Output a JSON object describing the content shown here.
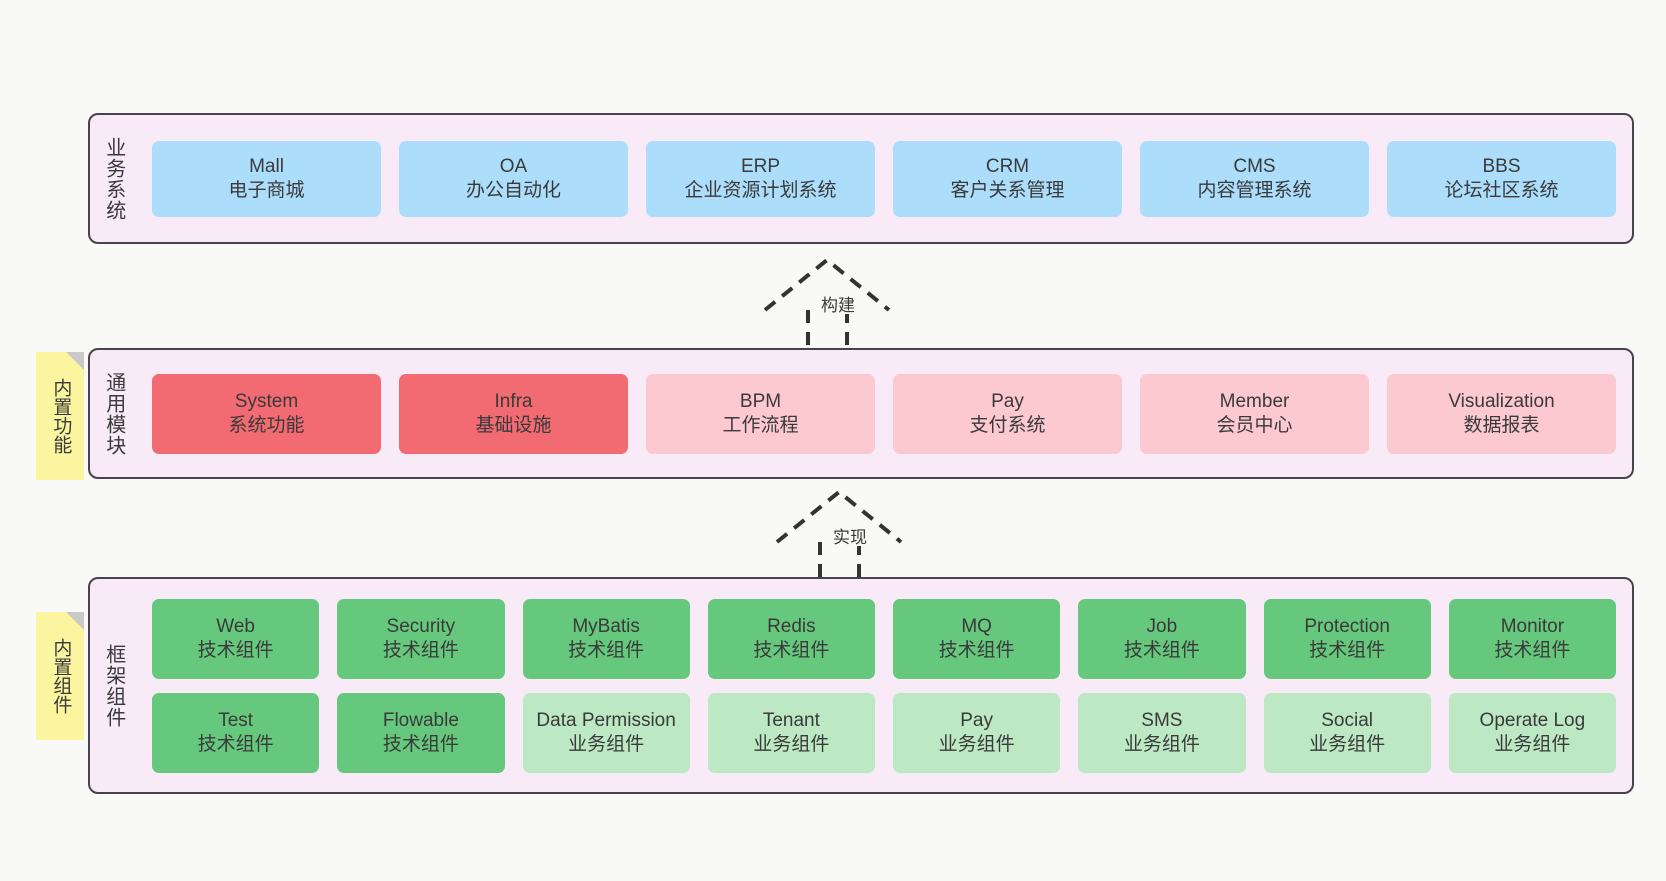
{
  "diagram": {
    "background_color": "#F9F9F7",
    "panel_color": "#F8EAF6",
    "panel_border_color": "#4A434B",
    "sticky_color": "#FBF5A0"
  },
  "layers": [
    {
      "id": "business",
      "caption": "业务系统",
      "rows": [
        {
          "nodes": [
            {
              "en": "Mall",
              "cn": "电子商城",
              "color": "#ACDEFB",
              "style": "blue"
            },
            {
              "en": "OA",
              "cn": "办公自动化",
              "color": "#ACDEFB",
              "style": "blue"
            },
            {
              "en": "ERP",
              "cn": "企业资源计划系统",
              "color": "#ACDEFB",
              "style": "blue"
            },
            {
              "en": "CRM",
              "cn": "客户关系管理",
              "color": "#ACDEFB",
              "style": "blue"
            },
            {
              "en": "CMS",
              "cn": "内容管理系统",
              "color": "#ACDEFB",
              "style": "blue"
            },
            {
              "en": "BBS",
              "cn": "论坛社区系统",
              "color": "#ACDEFB",
              "style": "blue"
            }
          ]
        }
      ]
    },
    {
      "id": "common",
      "caption": "通用模块",
      "sticky": "内置功能",
      "rows": [
        {
          "nodes": [
            {
              "en": "System",
              "cn": "系统功能",
              "color": "#F26B72",
              "style": "red"
            },
            {
              "en": "Infra",
              "cn": "基础设施",
              "color": "#F26B72",
              "style": "red"
            },
            {
              "en": "BPM",
              "cn": "工作流程",
              "color": "#FDC9D0",
              "style": "pinklight"
            },
            {
              "en": "Pay",
              "cn": "支付系统",
              "color": "#FDC9D0",
              "style": "pinklight"
            },
            {
              "en": "Member",
              "cn": "会员中心",
              "color": "#FDC9D0",
              "style": "pinklight"
            },
            {
              "en": "Visualization",
              "cn": "数据报表",
              "color": "#FDC9D0",
              "style": "pinklight"
            }
          ]
        }
      ]
    },
    {
      "id": "framework",
      "caption": "框架组件",
      "sticky": "内置组件",
      "rows": [
        {
          "nodes": [
            {
              "en": "Web",
              "cn": "技术组件",
              "color": "#66C87D",
              "style": "green"
            },
            {
              "en": "Security",
              "cn": "技术组件",
              "color": "#66C87D",
              "style": "green"
            },
            {
              "en": "MyBatis",
              "cn": "技术组件",
              "color": "#66C87D",
              "style": "green"
            },
            {
              "en": "Redis",
              "cn": "技术组件",
              "color": "#66C87D",
              "style": "green"
            },
            {
              "en": "MQ",
              "cn": "技术组件",
              "color": "#66C87D",
              "style": "green"
            },
            {
              "en": "Job",
              "cn": "技术组件",
              "color": "#66C87D",
              "style": "green"
            },
            {
              "en": "Protection",
              "cn": "技术组件",
              "color": "#66C87D",
              "style": "green"
            },
            {
              "en": "Monitor",
              "cn": "技术组件",
              "color": "#66C87D",
              "style": "green"
            }
          ]
        },
        {
          "nodes": [
            {
              "en": "Test",
              "cn": "技术组件",
              "color": "#66C87D",
              "style": "green"
            },
            {
              "en": "Flowable",
              "cn": "技术组件",
              "color": "#66C87D",
              "style": "green"
            },
            {
              "en": "Data Permission",
              "cn": "业务组件",
              "color": "#BCE8C4",
              "style": "greenlight"
            },
            {
              "en": "Tenant",
              "cn": "业务组件",
              "color": "#BCE8C4",
              "style": "greenlight"
            },
            {
              "en": "Pay",
              "cn": "业务组件",
              "color": "#BCE8C4",
              "style": "greenlight"
            },
            {
              "en": "SMS",
              "cn": "业务组件",
              "color": "#BCE8C4",
              "style": "greenlight"
            },
            {
              "en": "Social",
              "cn": "业务组件",
              "color": "#BCE8C4",
              "style": "greenlight"
            },
            {
              "en": "Operate Log",
              "cn": "业务组件",
              "color": "#BCE8C4",
              "style": "greenlight"
            }
          ]
        }
      ]
    }
  ],
  "arrows": [
    {
      "id": "build",
      "label": "构建",
      "style": "dashed-generalization",
      "direction": "up"
    },
    {
      "id": "impl",
      "label": "实现",
      "style": "dashed-generalization",
      "direction": "up"
    }
  ]
}
